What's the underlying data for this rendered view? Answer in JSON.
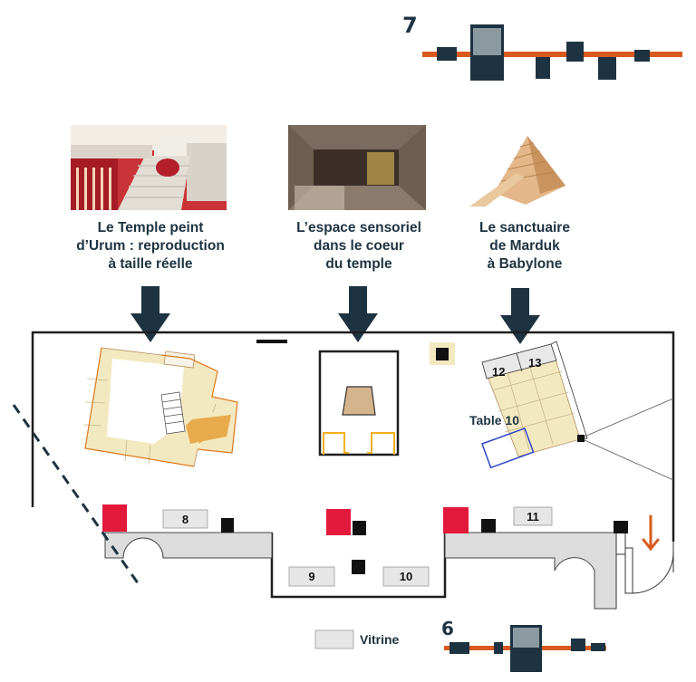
{
  "sections": {
    "top_number": "7",
    "bottom_number": "6"
  },
  "images": [
    {
      "id": "temple",
      "icon": "temple-photo-image",
      "caption_lines": [
        "Le Temple peint",
        "d’Urum : reproduction",
        "à taille réelle"
      ]
    },
    {
      "id": "sensoriel",
      "icon": "corridor-photo-image",
      "caption_lines": [
        "L’espace sensoriel",
        "dans le coeur",
        "du temple"
      ]
    },
    {
      "id": "marduk",
      "icon": "ziggurat-image",
      "caption_lines": [
        "Le sanctuaire",
        "de Marduk",
        "à Babylone"
      ]
    }
  ],
  "vitrines": [
    "8",
    "9",
    "10",
    "11",
    "12",
    "13"
  ],
  "table_label": "Table 10",
  "legend": {
    "vitrine_label": "Vitrine"
  },
  "colors": {
    "navy": "#1e3341",
    "orange": "#d95a1e",
    "red": "#e3193c",
    "beige": "#f3e9c0",
    "gold": "#e8ab4c",
    "grey_wall": "#dcdcdc",
    "vitrine": "#e6e6e6",
    "blue": "#2e46c8"
  }
}
